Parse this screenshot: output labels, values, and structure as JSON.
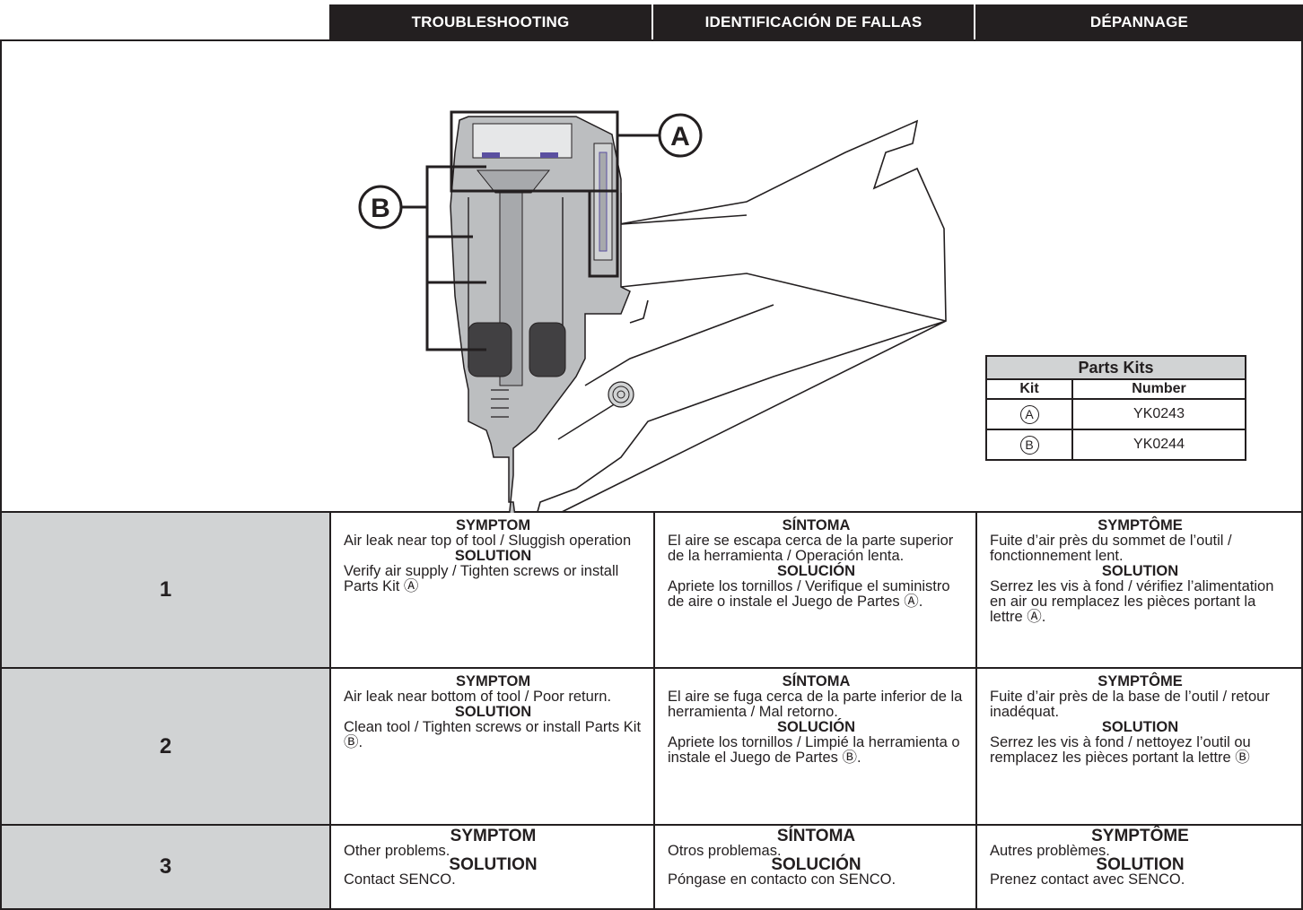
{
  "headers": {
    "en": "TROUBLESHOOTING",
    "es": "IDENTIFICACIÓN DE FALLAS",
    "fr": "DÉPANNAGE"
  },
  "illustration": {
    "callout_a": "A",
    "callout_b": "B"
  },
  "parts_kits": {
    "title": "Parts Kits",
    "col_kit": "Kit",
    "col_number": "Number",
    "rows": [
      {
        "kit": "A",
        "number": "YK0243"
      },
      {
        "kit": "B",
        "number": "YK0244"
      }
    ]
  },
  "rows": [
    {
      "num": "1",
      "en": {
        "symptom_label": "SYMPTOM",
        "symptom": "Air leak near top of tool / Sluggish operation",
        "solution_label": "SOLUTION",
        "solution": "Verify air supply / Tighten screws or install Parts Kit Ⓐ"
      },
      "es": {
        "symptom_label": "SÍNTOMA",
        "symptom": "El aire se escapa cerca de la parte superior de la herramienta / Operación lenta.",
        "solution_label": "SOLUCIÓN",
        "solution": "Apriete los tornillos / Verifique el suministro de aire o instale el Juego de Partes Ⓐ."
      },
      "fr": {
        "symptom_label": "SYMPTÔME",
        "symptom": "Fuite d’air près du sommet de l’outil / fonctionnement lent.",
        "solution_label": "SOLUTION",
        "solution": "Serrez les vis à fond / vérifiez l’alimentation en air ou remplacez les pièces portant la lettre Ⓐ."
      }
    },
    {
      "num": "2",
      "en": {
        "symptom_label": "SYMPTOM",
        "symptom": "Air leak near bottom of tool / Poor return.",
        "solution_label": "SOLUTION",
        "solution": "Clean tool / Tighten screws or install Parts Kit Ⓑ."
      },
      "es": {
        "symptom_label": "SÍNTOMA",
        "symptom": "El aire se fuga cerca de la parte inferior de la herramienta / Mal retorno.",
        "solution_label": "SOLUCIÓN",
        "solution": "Apriete los tornillos / Limpié la herramienta o instale el Juego de Partes Ⓑ."
      },
      "fr": {
        "symptom_label": "SYMPTÔME",
        "symptom": "Fuite d’air près de la base de l’outil / retour inadéquat.",
        "solution_label": "SOLUTION",
        "solution": "Serrez les vis à fond / nettoyez l’outil ou remplacez les pièces portant la lettre Ⓑ"
      }
    },
    {
      "num": "3",
      "en": {
        "symptom_label": "SYMPTOM",
        "symptom": "Other problems.",
        "solution_label": "SOLUTION",
        "solution": "Contact SENCO."
      },
      "es": {
        "symptom_label": "SÍNTOMA",
        "symptom": "Otros problemas.",
        "solution_label": "SOLUCIÓN",
        "solution": "Póngase en contacto con SENCO."
      },
      "fr": {
        "symptom_label": "SYMPTÔME",
        "symptom": "Autres problèmes.",
        "solution_label": "SOLUTION",
        "solution": "Prenez contact avec SENCO."
      }
    }
  ]
}
